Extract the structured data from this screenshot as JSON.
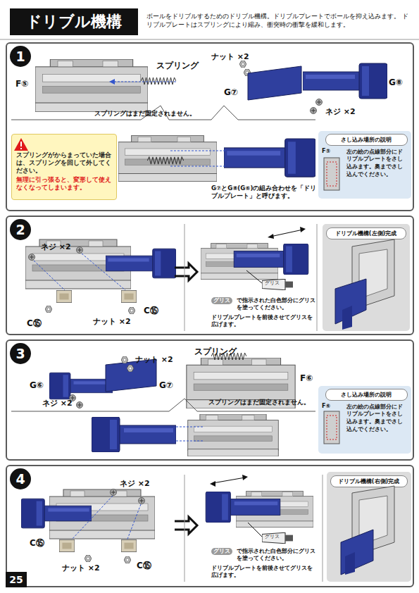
{
  "diagram": {
    "title": "ドリブル機構",
    "nodes": [
      {
        "text": [
          "1"
        ]
      },
      {
        "text": [
          "スプリングがからまっていた場合は、スプリングを回して外してください。",
          "無理に引っ張ると、変形して使えなくなってしまいます。"
        ],
        "in": 0
      },
      {
        "text": [
          "さし込み場所の説明",
          "左の絵の点線部分にドリブルプレートをさし込みます。奥までさし込んでください。"
        ],
        "in": 0
      },
      {
        "text": [
          "2"
        ]
      },
      {
        "text": [
          "ドリブル機構(左側)完成"
        ],
        "in": 3
      },
      {
        "text": [
          "3"
        ]
      },
      {
        "text": [
          "さし込み場所の説明",
          "左の絵の点線部分にドリブルプレートをさし込みます。奥までさし込んでください。"
        ],
        "in": 5
      },
      {
        "text": [
          "4"
        ]
      },
      {
        "text": [
          "ドリブル機構(右側)完成"
        ],
        "in": 7
      }
    ],
    "labels": [
      "ボールをドリブルするためのドリブル機構。ドリブルプレートでボールを抑え込みます。 ドリブルプレートはスプリングにより縮み、衝突時の衝撃を緩和します。",
      "F⑤",
      "スプリング",
      "スプリングはまだ固定されません。",
      "ナット ×2",
      "G⑦",
      "G⑧",
      "ネジ ×2",
      "G⑦とG⑧(G⑥)の組み合わせを「ドリブルプレート」と呼びます。",
      "F⑤",
      "ネジ ×2",
      "ナット ×2",
      "C⑮",
      "C⑮",
      "グリス",
      "グリス",
      "で指示された白色部分にグリスを塗ってください。",
      "ドリブルプレートを前後させてグリスを広げます。",
      "G⑥",
      "ナット ×2",
      "G⑦",
      "ネジ ×2",
      "スプリング",
      "F⑥",
      "スプリングはまだ固定されません。",
      "F⑥",
      "ネジ ×2",
      "C⑮",
      "C⑮",
      "ナット ×2",
      "グリス",
      "グリス",
      "で指示された白色部分にグリスを塗ってください。",
      "ドリブルプレートを前後させてグリスを広げます。",
      "25"
    ]
  }
}
